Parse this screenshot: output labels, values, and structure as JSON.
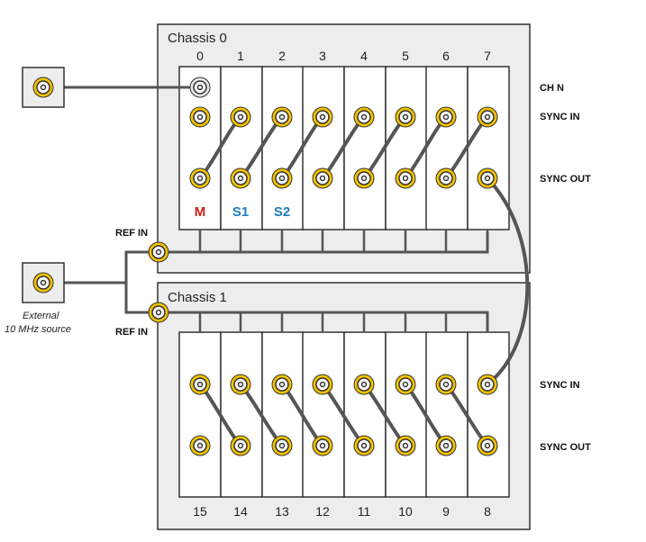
{
  "chassis0": {
    "title": "Chassis 0",
    "slots": [
      "0",
      "1",
      "2",
      "3",
      "4",
      "5",
      "6",
      "7"
    ],
    "badges": [
      {
        "text": "M",
        "color": "#d0201d"
      },
      {
        "text": "S1",
        "color": "#1c7ec1"
      },
      {
        "text": "S2",
        "color": "#1c7ec1"
      }
    ],
    "labels": {
      "chn": "CH N",
      "sync_in": "SYNC IN",
      "sync_out": "SYNC OUT"
    }
  },
  "chassis1": {
    "title": "Chassis 1",
    "slots": [
      "15",
      "14",
      "13",
      "12",
      "11",
      "10",
      "9",
      "8"
    ],
    "labels": {
      "sync_in": "SYNC IN",
      "sync_out": "SYNC OUT"
    }
  },
  "ref_in_labels": [
    "REF IN",
    "REF IN"
  ],
  "external_source": {
    "line1": "External",
    "line2": "10 MHz source"
  },
  "colors": {
    "connector_gold": "#f2c200",
    "connector_dark": "#4a4a4a",
    "cable": "#555555",
    "chassis_bg": "#ededed",
    "chassis_border": "#333333"
  },
  "icons": [
    "bnc-connector-icon",
    "chn-connector-icon",
    "sync-in-connector-icon",
    "sync-out-connector-icon"
  ]
}
